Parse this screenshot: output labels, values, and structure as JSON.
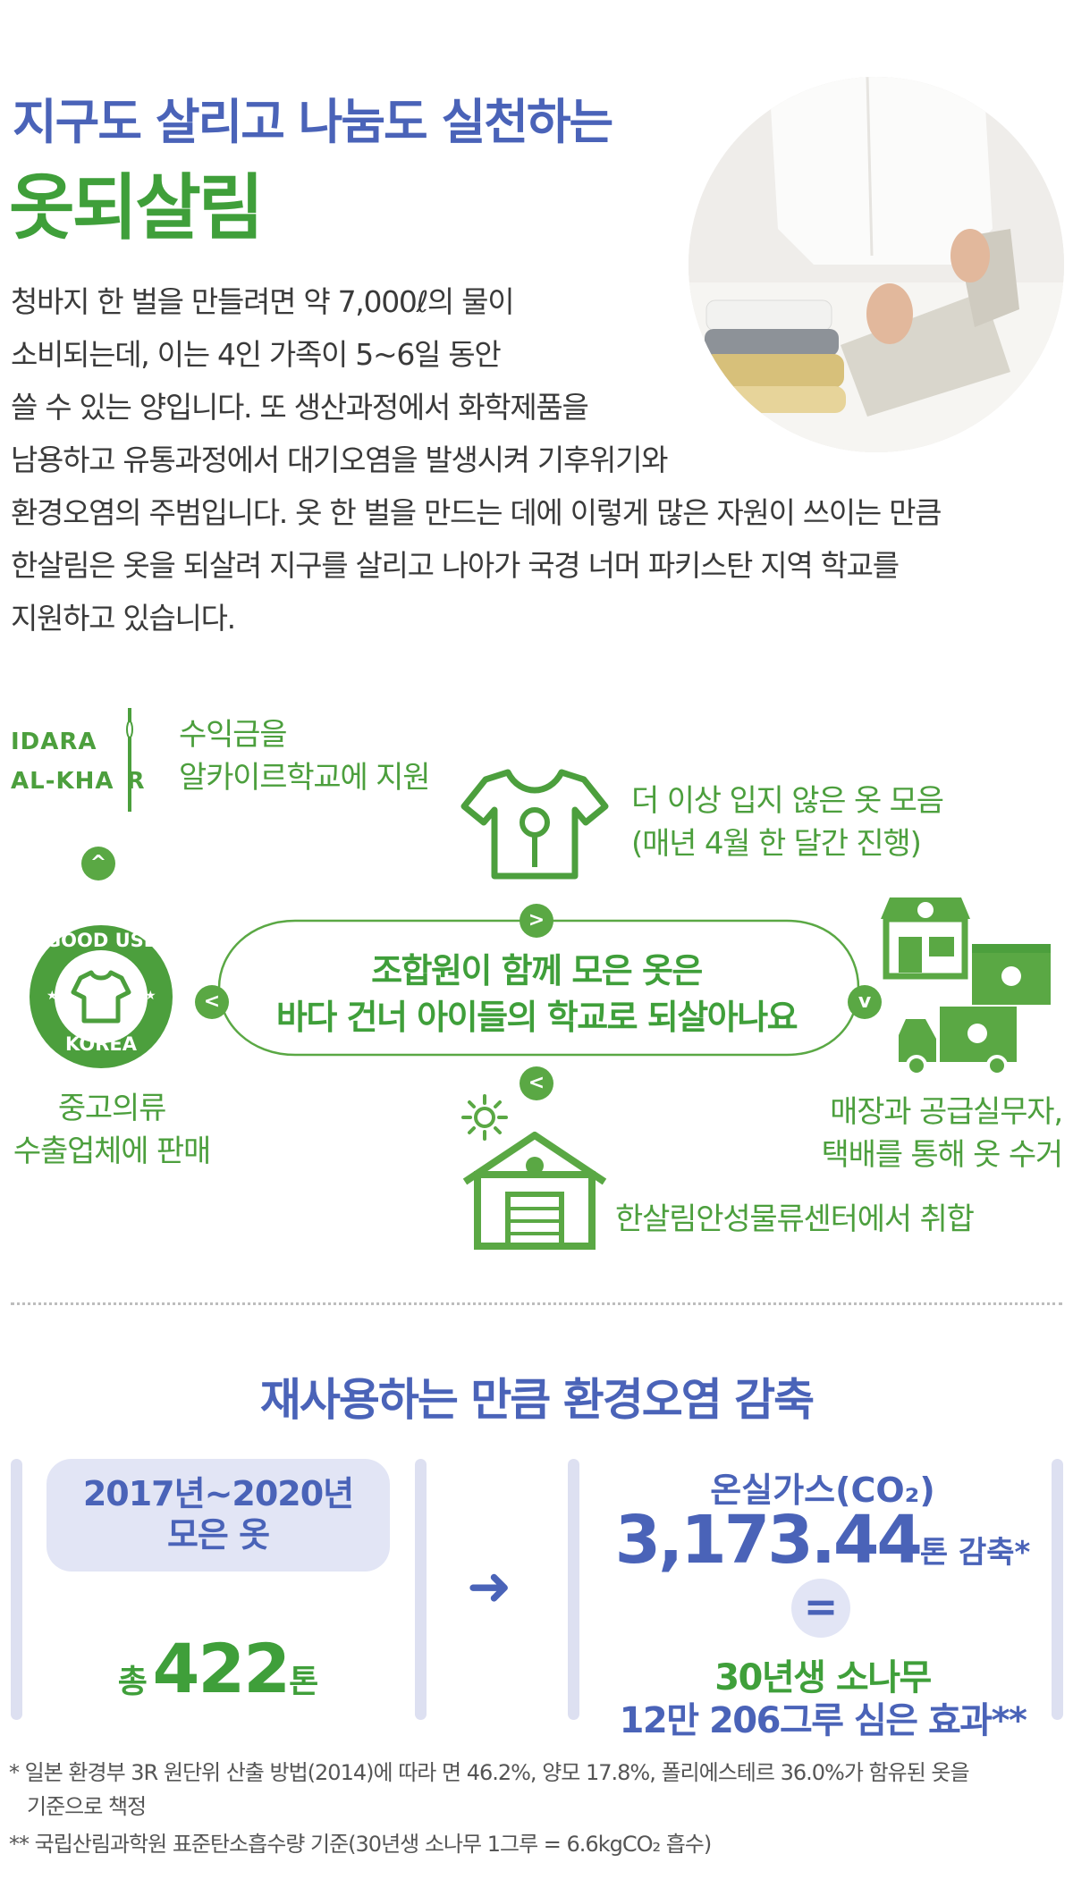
{
  "header": {
    "subtitle": "지구도 살리고 나눔도 실천하는",
    "title": "옷되살림"
  },
  "intro": {
    "lines": [
      "청바지 한 벌을 만들려면 약 7,000ℓ의 물이",
      "소비되는데, 이는 4인 가족이 5~6일 동안",
      "쓸 수 있는 양입니다. 또 생산과정에서 화학제품을",
      "남용하고 유통과정에서 대기오염을 발생시켜 기후위기와",
      "환경오염의 주범입니다. 옷 한 벌을 만드는 데에 이렇게 많은 자원이 쓰이는 만큼",
      "한살림은 옷을 되살려 지구를 살리고 나아가 국경 너머 파키스탄 지역 학교를",
      "지원하고 있습니다."
    ]
  },
  "flow": {
    "center": {
      "line1": "조합원이 함께 모은 옷은",
      "line2": "바다 건너 아이들의 학교로 되살아나요"
    },
    "idara": {
      "line1": "IDARA",
      "line2": "AL-KHA",
      "line2b": "R"
    },
    "support": {
      "line1": "수익금을",
      "line2": "알카이르학교에 지원"
    },
    "collect": {
      "line1": "더 이상 입지 않은 옷 모음",
      "line2": "(매년 4월 한 달간 진행)"
    },
    "pickup": {
      "line1": "매장과 공급실무자,",
      "line2": "택배를 통해 옷 수거"
    },
    "center_hub": "한살림안성물류센터에서 취합",
    "export": {
      "line1": "중고의류",
      "line2": "수출업체에 판매"
    },
    "badge": {
      "top": "GOOD USE",
      "bottom": "KOREA"
    }
  },
  "stats": {
    "title": "재사용하는 만큼 환경오염 감축",
    "period_line1": "2017년~2020년",
    "period_line2": "모은 옷",
    "total_prefix": "총",
    "total_value": "422",
    "total_unit": "톤",
    "arrow": "➜",
    "co2_label": "온실가스(CO₂)",
    "co2_value": "3,173.44",
    "co2_unit": "톤 감축*",
    "equals": "=",
    "tree_line1": "30년생 소나무",
    "tree_line2": "12만 206그루 심은 효과**"
  },
  "notes": {
    "note1_line1": "* 일본 환경부 3R 원단위 산출 방법(2014)에 따라 면 46.2%, 양모 17.8%, 폴리에스테르 36.0%가 함유된 옷을",
    "note1_line2": "기준으로 책정",
    "note2": "** 국립산림과학원 표준탄소흡수량 기준(30년생 소나무 1그루 = 6.6kgCO₂ 흡수)"
  },
  "colors": {
    "blue": "#4a63b8",
    "green": "#4c9f3d",
    "pale_blue": "#e2e5f5"
  }
}
